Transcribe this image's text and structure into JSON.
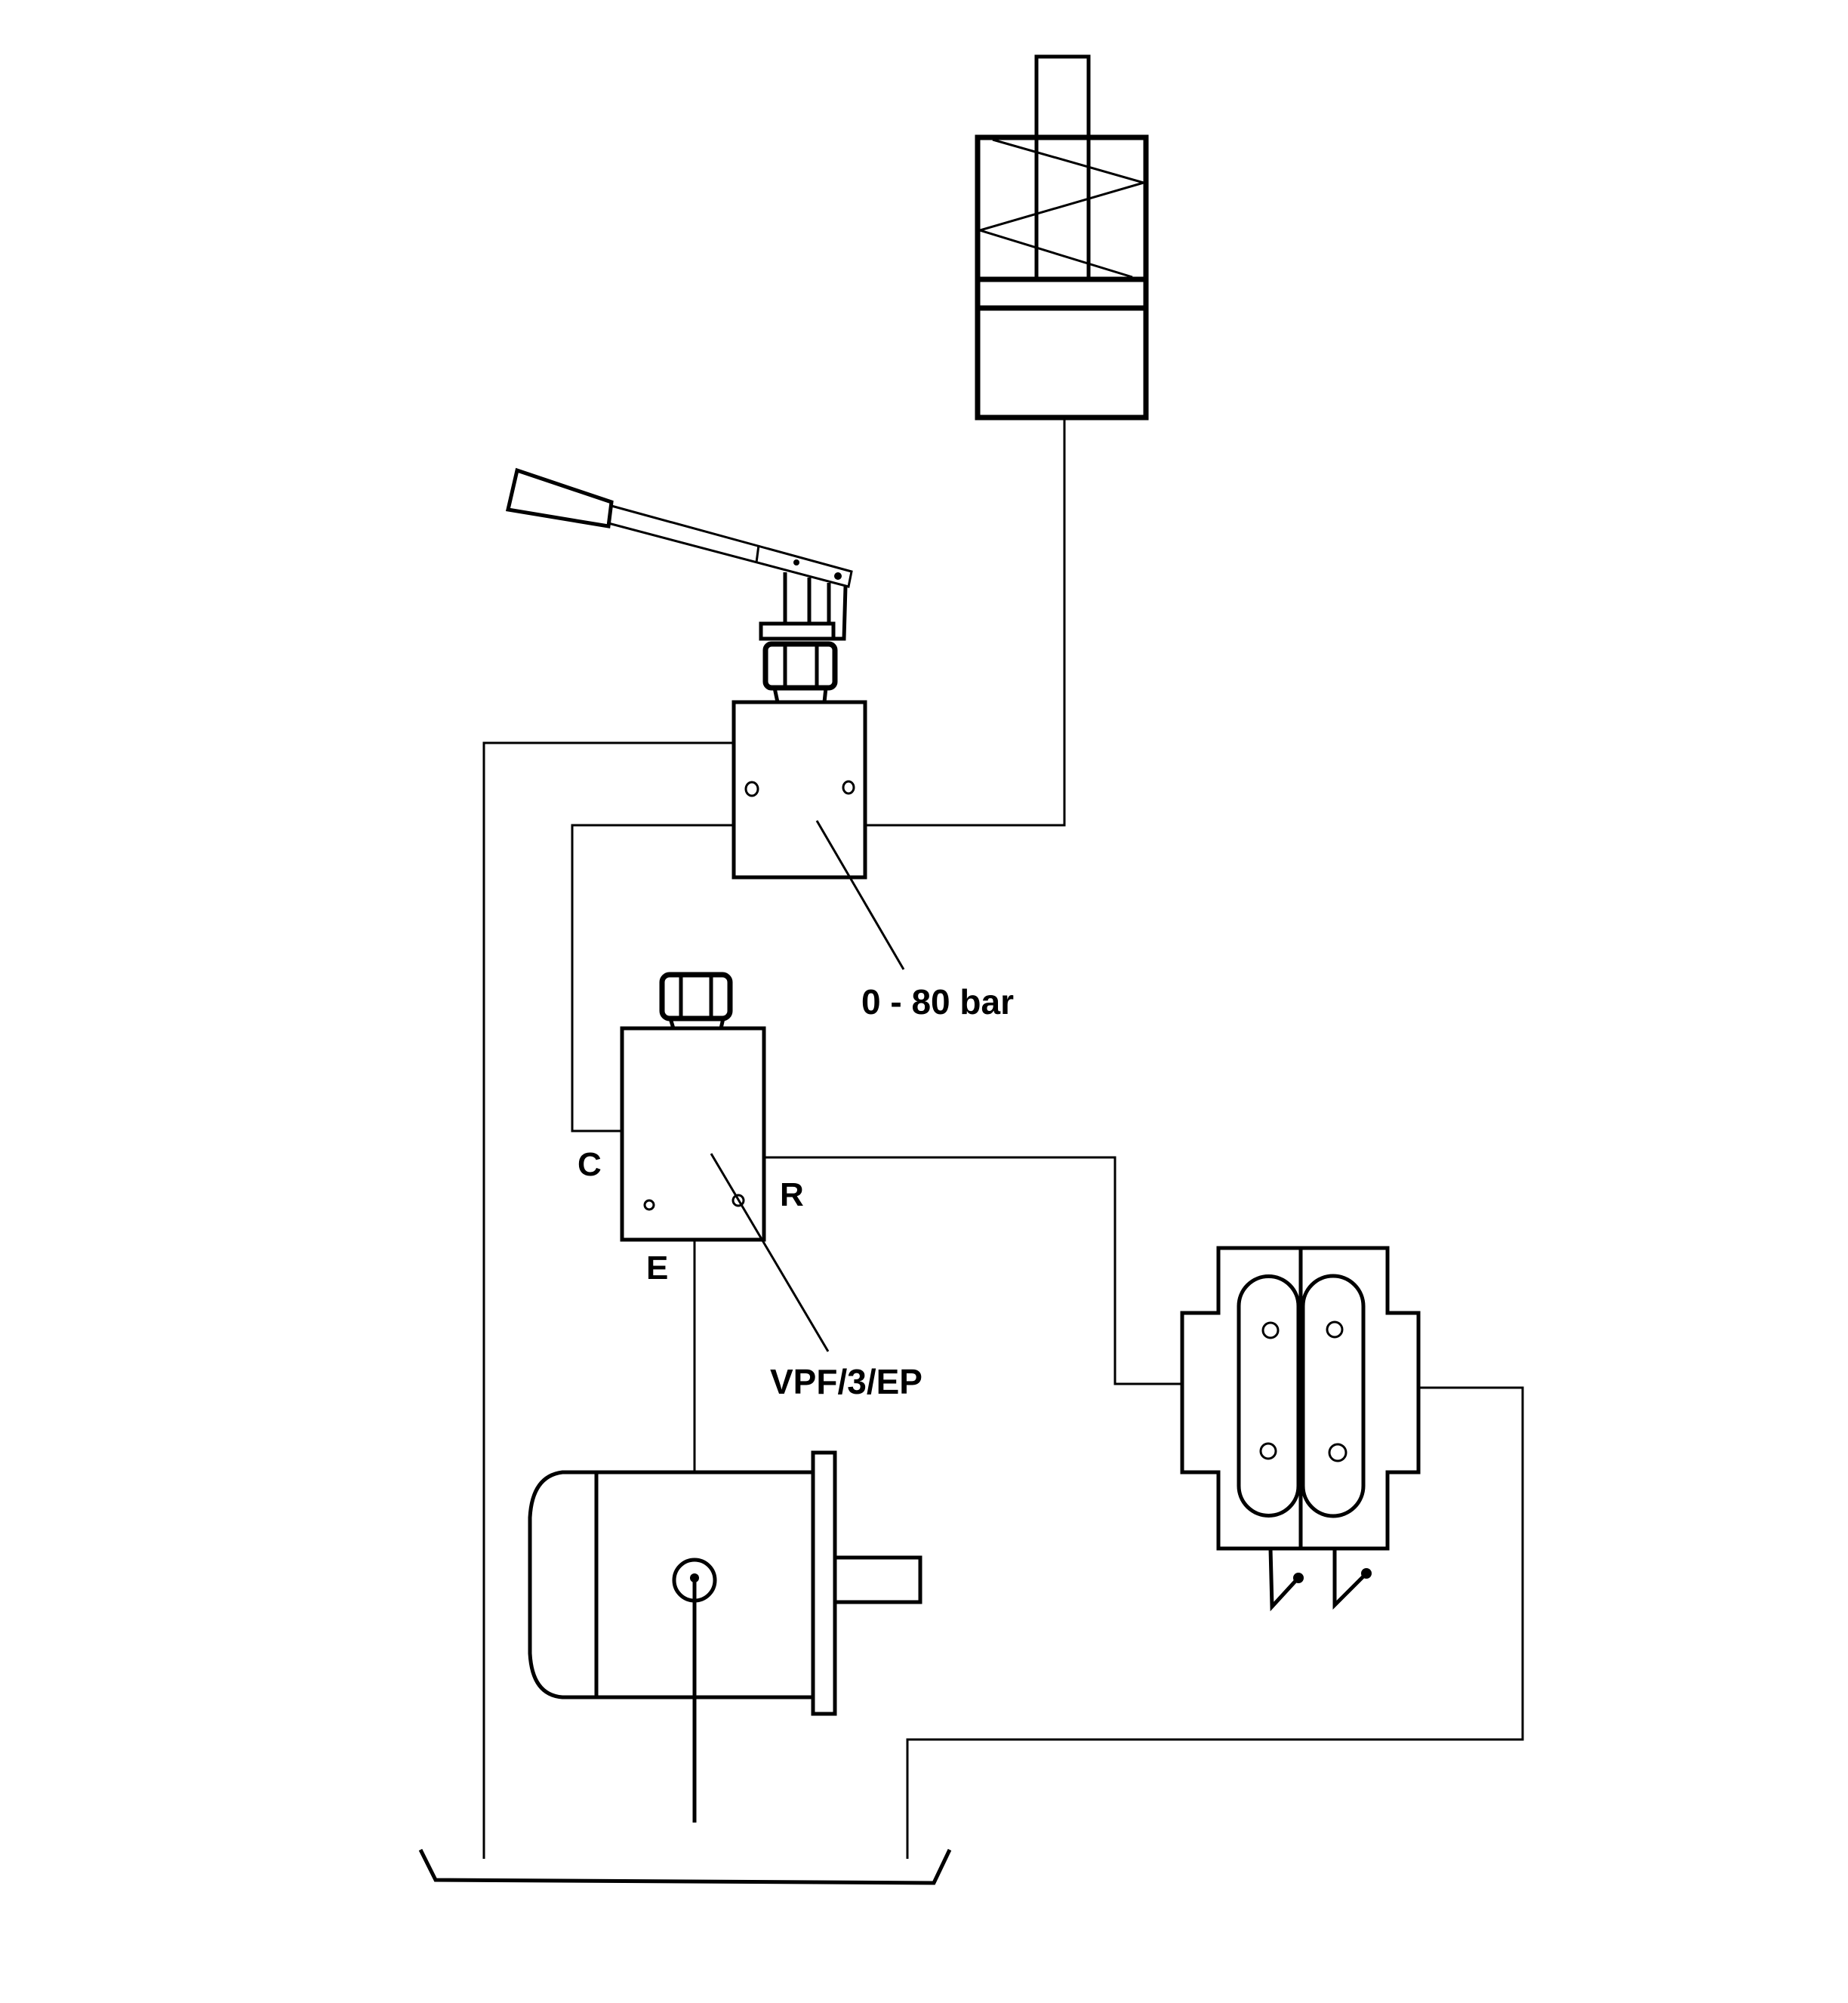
{
  "diagram": {
    "type": "hydraulic-circuit",
    "components": [
      {
        "id": "cylinder",
        "name": "Spring-return hydraulic cylinder"
      },
      {
        "id": "hand-pump",
        "name": "Manual lever hand pump"
      },
      {
        "id": "pressure-block",
        "name": "Pressure valve block",
        "label": "0 - 80 bar"
      },
      {
        "id": "vpf-valve",
        "name": "Valve",
        "label": "VPF/3/EP",
        "ports": [
          "C",
          "R",
          "E"
        ]
      },
      {
        "id": "motor-pump",
        "name": "Electric motor pump"
      },
      {
        "id": "pressure-switch",
        "name": "Double pressure switch"
      },
      {
        "id": "tank",
        "name": "Reservoir tank"
      }
    ],
    "labels": {
      "pressure_range": "0 - 80 bar",
      "valve_model": "VPF/3/EP",
      "port_c": "C",
      "port_r": "R",
      "port_e": "E"
    }
  }
}
